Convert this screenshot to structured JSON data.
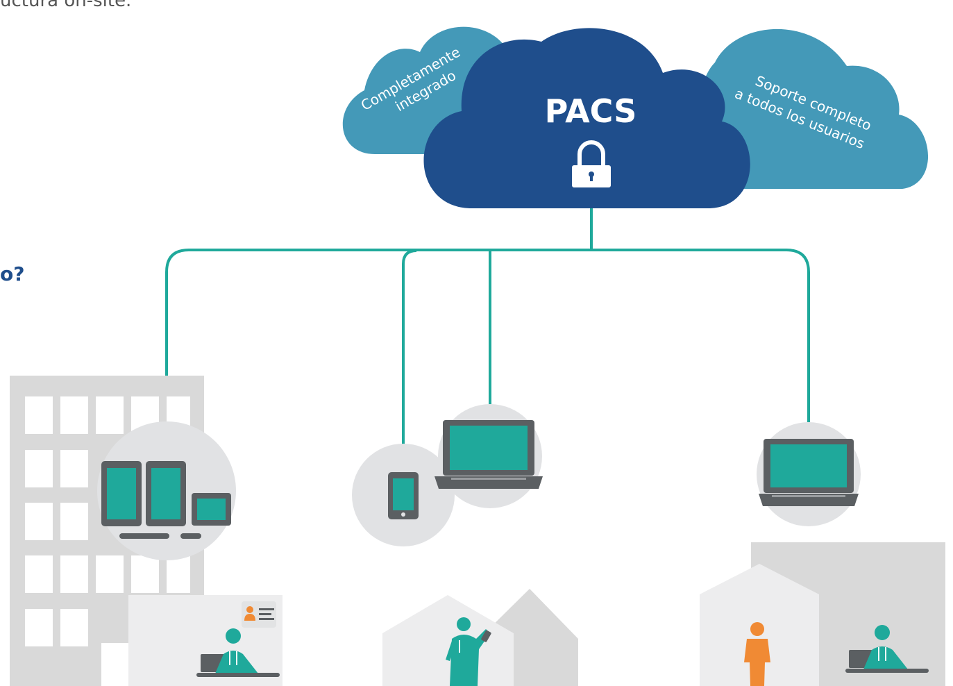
{
  "intro_text_fragment": "uctura on-site.",
  "question_fragment": "o?",
  "cloud": {
    "title": "PACS",
    "left_line1": "Completamente",
    "left_line2": "integrado",
    "right_line1": "Soporte completo",
    "right_line2": "a todos los usuarios"
  },
  "icons": [
    "lock-icon",
    "tablet-icon",
    "phone-icon",
    "laptop-icon",
    "doctor-icon",
    "patient-icon",
    "contact-card-icon"
  ],
  "colors": {
    "cloud_dark": "#1f4e8c",
    "cloud_light": "#4499b8",
    "teal": "#1fa99b",
    "device_gray": "#5b5f62",
    "circle_gray": "#e1e2e4",
    "building_gray": "#d9d9d9",
    "orange": "#f08a34",
    "text_blue": "#1f4e8c"
  }
}
